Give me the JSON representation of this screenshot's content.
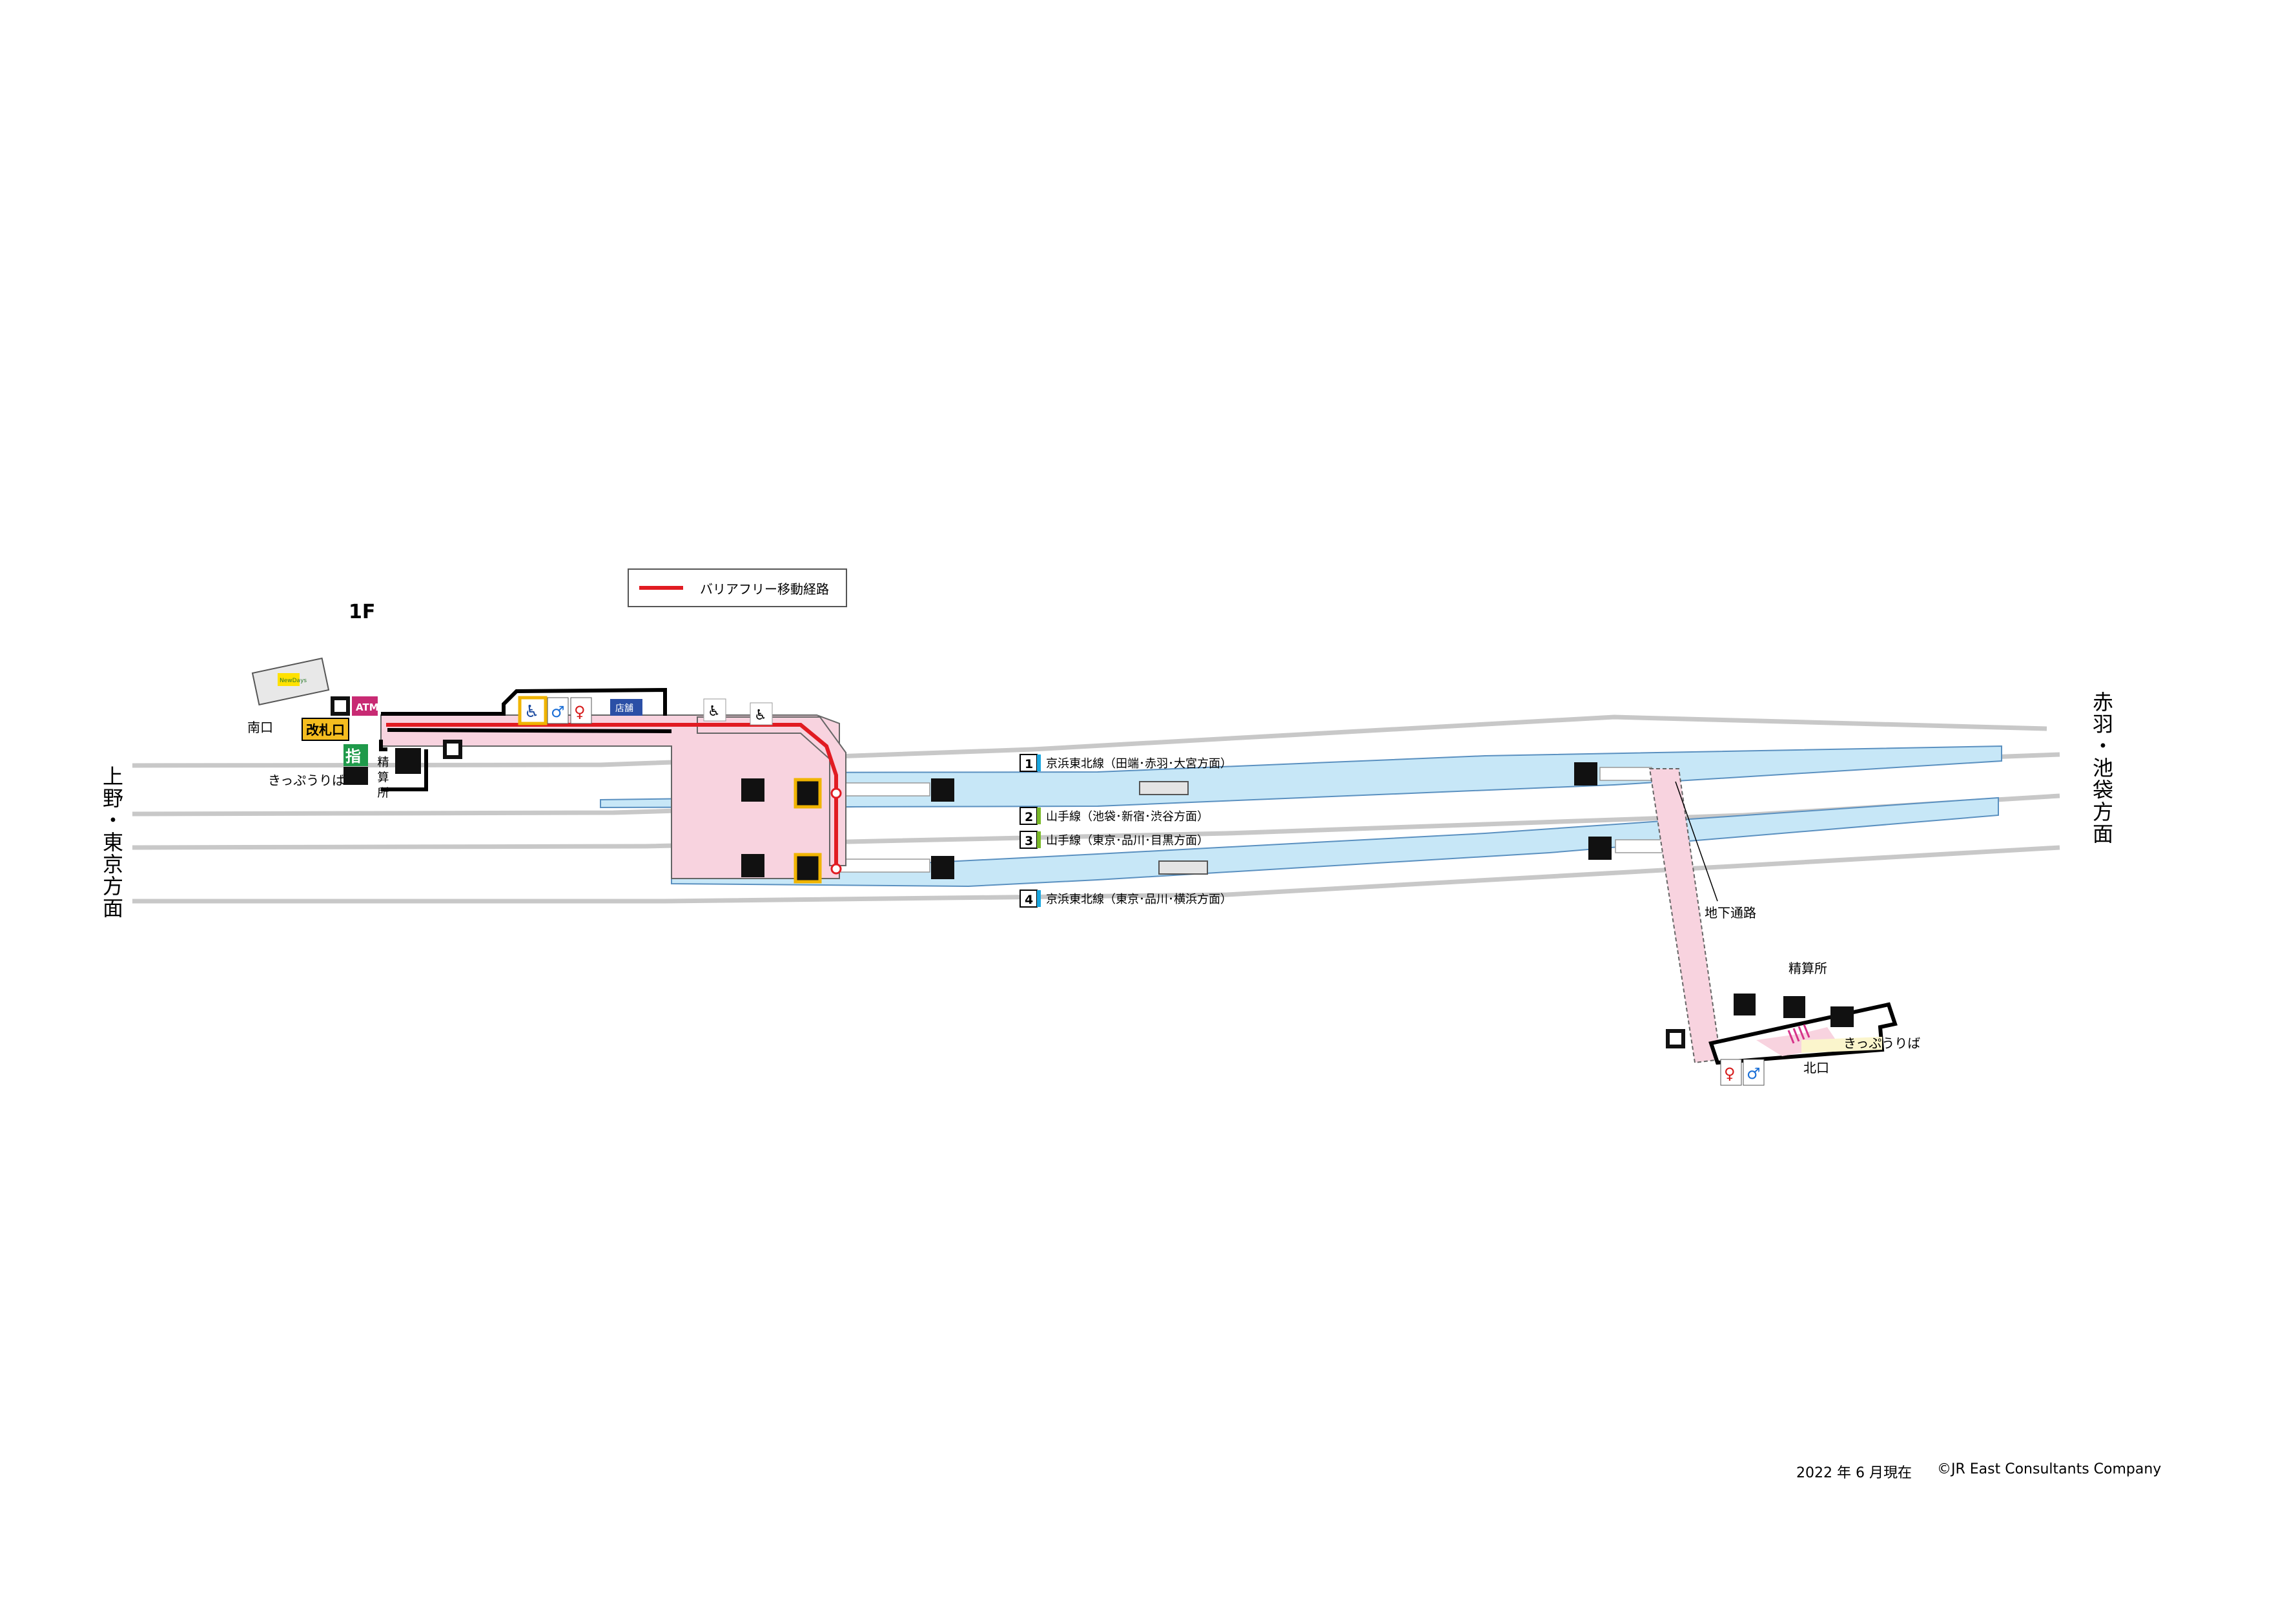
{
  "floor_label": "1F",
  "legend": {
    "label": "バリアフリー移動経路",
    "color": "#e11b22"
  },
  "directions": {
    "left": "上野・東京方面",
    "right": "赤羽・池袋方面"
  },
  "exits": {
    "south": "南口",
    "north": "北口"
  },
  "gates": {
    "ticket_gate": "改札口"
  },
  "facilities": {
    "atm": "ATM",
    "reserved_ticket": "指",
    "fare_adjust": "精算所",
    "fare_adjust_south": "精 算 所",
    "ticket_sales": "きっぷうりば",
    "underground_passage": "地下通路",
    "shop": "店舗",
    "newdays": "NewDays"
  },
  "platforms": [
    {
      "num": "1",
      "text": "京浜東北線（田端･赤羽･大宮方面）",
      "color": "#1aa7e0"
    },
    {
      "num": "2",
      "text": "山手線（池袋･新宿･渋谷方面）",
      "color": "#7ab929"
    },
    {
      "num": "3",
      "text": "山手線（東京･品川･目黒方面）",
      "color": "#7ab929"
    },
    {
      "num": "4",
      "text": "京浜東北線（東京･品川･横浜方面）",
      "color": "#1aa7e0"
    }
  ],
  "colors": {
    "platform": "#c7e7f7",
    "concourse": "#f8d3df",
    "track": "#c8c8c8",
    "route": "#e11b22",
    "elevator_frame": "#f0b400"
  },
  "footer": {
    "date": "2022 年 6 月現在",
    "copyright": "©JR East Consultants Company"
  }
}
